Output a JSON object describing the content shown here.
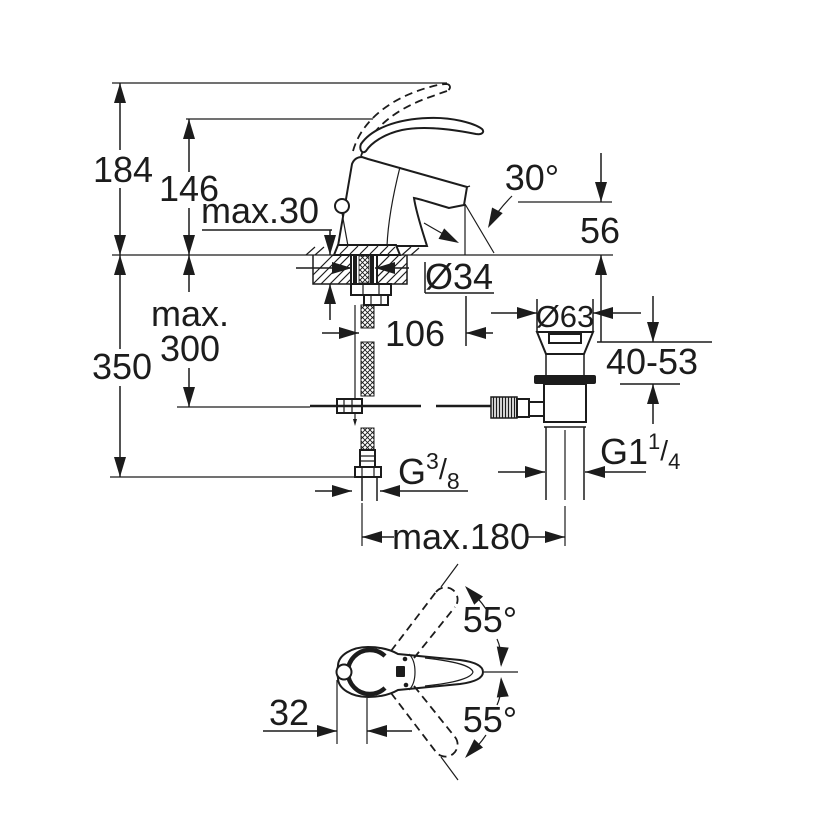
{
  "meta": {
    "background": "#ffffff",
    "line_color": "#1c1c1c",
    "drawing_type": "technical dimension drawing",
    "subject": "single-lever basin mixer with pop-up waste, side elevation and plan view"
  },
  "side_view": {
    "height_overall": "184",
    "height_to_lever": "146",
    "deck_thickness_max": "max.30",
    "spout_angle": "30°",
    "outlet_to_deck": "56",
    "hole_diameter": "Ø34",
    "rod_length_max_line1": "max.",
    "rod_length_max_line2": "300",
    "below_deck_depth": "350",
    "spout_projection": "106",
    "waste_flange_diameter": "Ø63",
    "waste_deck_range": "40-53",
    "supply_thread_prefix": "G",
    "supply_thread_numerator": "3",
    "supply_thread_slash": "/",
    "supply_thread_denominator": "8",
    "waste_thread_prefix": "G1",
    "waste_thread_numerator": "1",
    "waste_thread_slash": "/",
    "waste_thread_denominator": "4",
    "center_distance_max": "max.180"
  },
  "top_view": {
    "handle_swing_upper": "55°",
    "handle_swing_lower": "55°",
    "handle_offset": "32"
  }
}
